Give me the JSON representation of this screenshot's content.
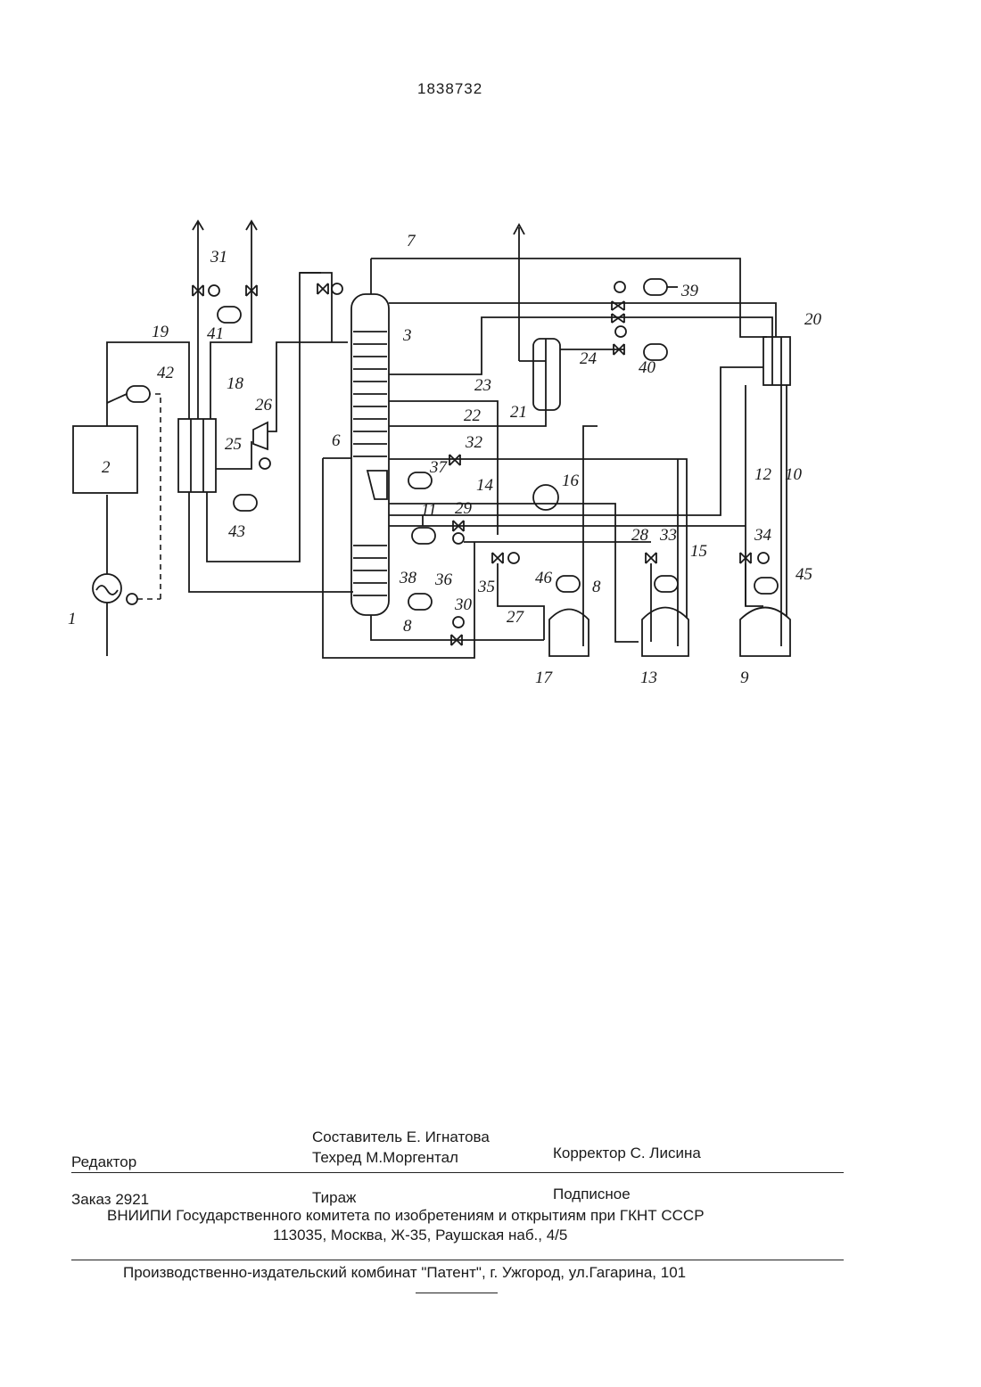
{
  "patent_number": "1838732",
  "diagram_labels": [
    "1",
    "2",
    "3",
    "6",
    "7",
    "8",
    "8",
    "9",
    "10",
    "11",
    "12",
    "13",
    "14",
    "15",
    "16",
    "17",
    "18",
    "19",
    "20",
    "21",
    "22",
    "23",
    "24",
    "25",
    "26",
    "27",
    "28",
    "29",
    "30",
    "31",
    "32",
    "33",
    "34",
    "35",
    "36",
    "37",
    "38",
    "39",
    "40",
    "41",
    "42",
    "43",
    "45",
    "46"
  ],
  "imprint": {
    "editor_label": "Редактор",
    "compiler": "Составитель   Е. Игнатова",
    "techred": "Техред М.Моргентал",
    "corrector": "Корректор С. Лисина",
    "order": "Заказ   2921",
    "circulation": "Тираж",
    "subscription": "Подписное",
    "org": "ВНИИПИ Государственного комитета по изобретениям и открытиям при ГКНТ СССР",
    "address": "113035, Москва, Ж-35, Раушская наб., 4/5",
    "printer": "Производственно-издательский комбинат \"Патент\", г. Ужгород, ул.Гагарина, 101"
  }
}
